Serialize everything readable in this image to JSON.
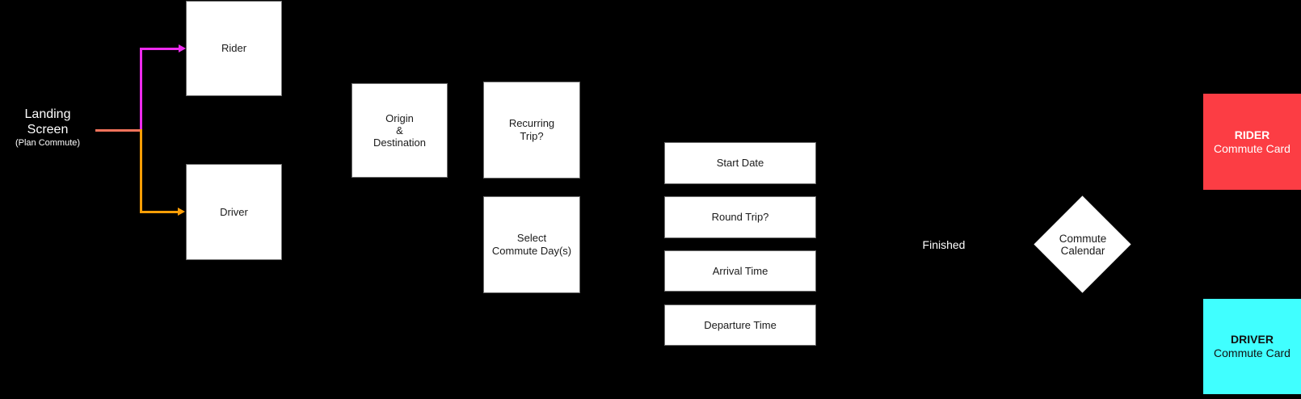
{
  "landing": {
    "title_line1": "Landing",
    "title_line2": "Screen",
    "subtitle": "(Plan Commute)"
  },
  "nodes": {
    "rider": {
      "label": "Rider"
    },
    "driver": {
      "label": "Driver"
    },
    "origin": {
      "lines": [
        "Origin",
        "&",
        "Destination"
      ]
    },
    "recurring": {
      "lines": [
        "Recurring",
        "Trip?"
      ]
    },
    "select_days": {
      "lines": [
        "Select",
        "Commute Day(s)"
      ]
    },
    "start_date": {
      "label": "Start Date"
    },
    "round_trip": {
      "label": "Round Trip?"
    },
    "arrival_time": {
      "label": "Arrival Time"
    },
    "departure_time": {
      "label": "Departure Time"
    },
    "finished": {
      "label": "Finished"
    },
    "commute_calendar": {
      "lines": [
        "Commute",
        "Calendar"
      ]
    }
  },
  "cards": {
    "rider": {
      "title": "RIDER",
      "subtitle": "Commute Card"
    },
    "driver": {
      "title": "DRIVER",
      "subtitle": "Commute Card"
    }
  },
  "colors": {
    "background": "#000000",
    "node_fill": "#FFFFFF",
    "node_border": "#6E6E6E",
    "node_text": "#1A1A1A",
    "landing_text": "#FFFFFF",
    "landing_line": "#F4735B",
    "rider_arrow": "#EE2BEE",
    "driver_arrow": "#FF9E06",
    "rider_card": "#FC3D44",
    "driver_card": "#40FFFF"
  }
}
